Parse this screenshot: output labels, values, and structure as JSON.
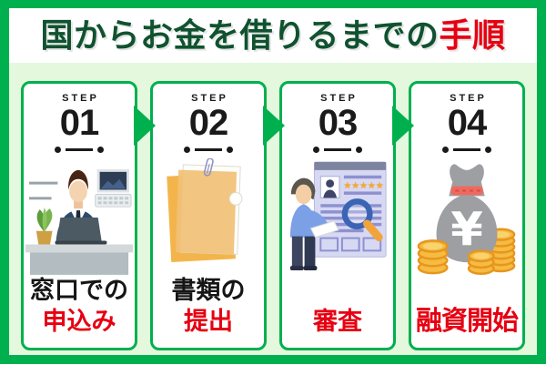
{
  "title": {
    "main": "国からお金を借りるまでの",
    "highlight": "手順"
  },
  "steps": [
    {
      "step_label": "STEP",
      "number": "01",
      "caption_black": "窓口での",
      "caption_red": "申込み",
      "illustration": "reception-counter"
    },
    {
      "step_label": "STEP",
      "number": "02",
      "caption_black": "書類の",
      "caption_red": "提出",
      "illustration": "documents-folder"
    },
    {
      "step_label": "STEP",
      "number": "03",
      "caption_black": "",
      "caption_red": "審査",
      "illustration": "screening-magnifier"
    },
    {
      "step_label": "STEP",
      "number": "04",
      "caption_black": "",
      "caption_red": "融資開始",
      "illustration": "money-bag-coins"
    }
  ],
  "colors": {
    "frame_green": "#00b04e",
    "background_light_green": "#e4f8de",
    "title_dark_green": "#10522f",
    "highlight_red": "#e60012",
    "text_black": "#1a1a1a",
    "card_white": "#ffffff"
  }
}
